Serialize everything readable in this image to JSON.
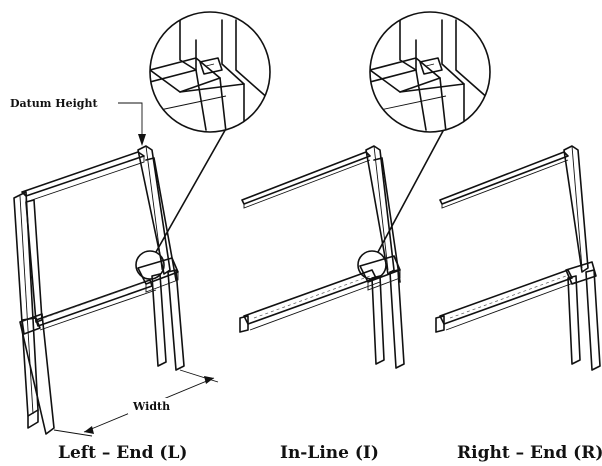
{
  "labels": {
    "left_end": "Left – End (L)",
    "in_line": "In-Line (I)",
    "right_end": "Right – End (R)",
    "datum_height": "Datum Height",
    "width": "Width"
  },
  "colors": {
    "line": "#111111",
    "background": "#ffffff"
  }
}
